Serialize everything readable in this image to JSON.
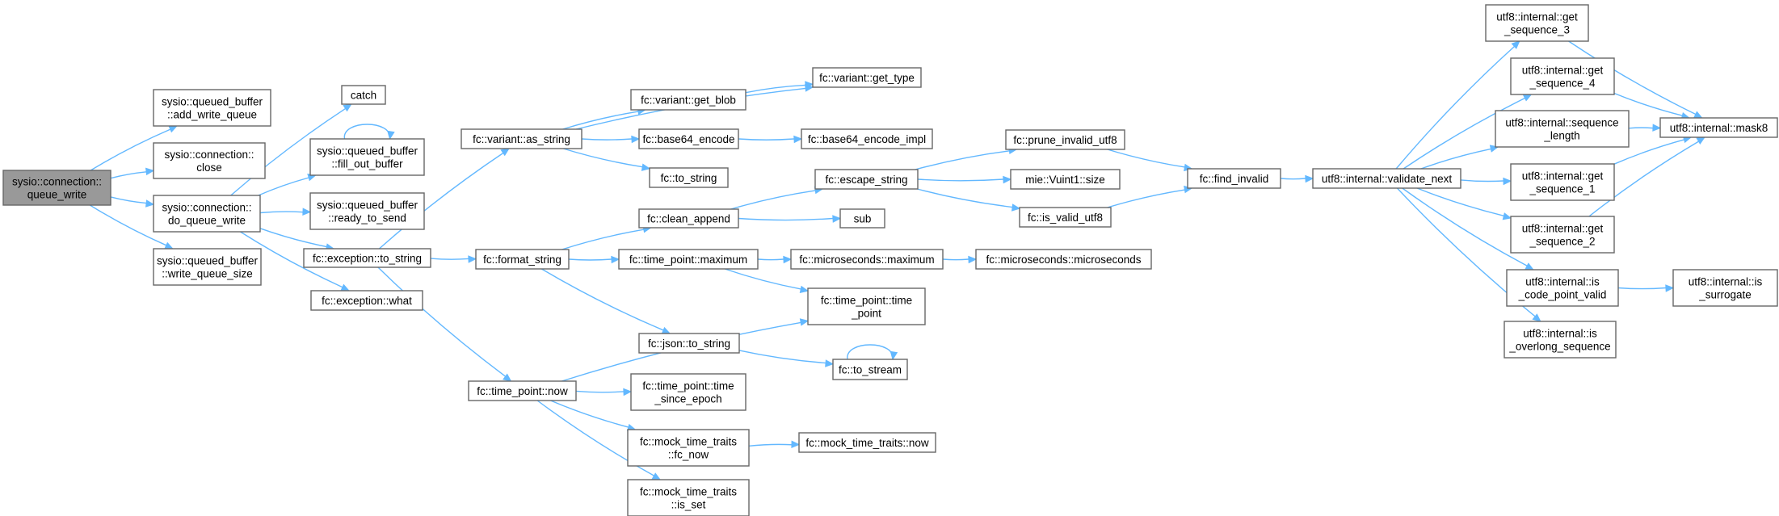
{
  "graph": {
    "nodes": {
      "queue_write": [
        "sysio::connection::",
        "queue_write"
      ],
      "add_write_queue": [
        "sysio::queued_buffer",
        "::add_write_queue"
      ],
      "close": [
        "sysio::connection::",
        "close"
      ],
      "do_queue_write": [
        "sysio::connection::",
        "do_queue_write"
      ],
      "write_queue_size": [
        "sysio::queued_buffer",
        "::write_queue_size"
      ],
      "catch": [
        "catch"
      ],
      "fill_out_buffer": [
        "sysio::queued_buffer",
        "::fill_out_buffer"
      ],
      "ready_to_send": [
        "sysio::queued_buffer",
        "::ready_to_send"
      ],
      "exc_to_string": [
        "fc::exception::to_string"
      ],
      "exc_what": [
        "fc::exception::what"
      ],
      "variant_as_string": [
        "fc::variant::as_string"
      ],
      "format_string": [
        "fc::format_string"
      ],
      "tp_now": [
        "fc::time_point::now"
      ],
      "variant_get_type": [
        "fc::variant::get_type"
      ],
      "variant_get_blob": [
        "fc::variant::get_blob"
      ],
      "base64_encode": [
        "fc::base64_encode"
      ],
      "fc_to_string": [
        "fc::to_string"
      ],
      "base64_encode_impl": [
        "fc::base64_encode_impl"
      ],
      "escape_string": [
        "fc::escape_string"
      ],
      "clean_append": [
        "fc::clean_append"
      ],
      "sub": [
        "sub"
      ],
      "tp_maximum": [
        "fc::time_point::maximum"
      ],
      "us_maximum": [
        "fc::microseconds::maximum"
      ],
      "us_ctor": [
        "fc::microseconds::microseconds"
      ],
      "tp_ctor": [
        "fc::time_point::time",
        "_point"
      ],
      "json_to_string": [
        "fc::json::to_string"
      ],
      "to_stream": [
        "fc::to_stream"
      ],
      "time_since_epoch": [
        "fc::time_point::time",
        "_since_epoch"
      ],
      "mock_fc_now": [
        "fc::mock_time_traits",
        "::fc_now"
      ],
      "mock_now": [
        "fc::mock_time_traits::now"
      ],
      "mock_is_set": [
        "fc::mock_time_traits",
        "::is_set"
      ],
      "prune_invalid_utf8": [
        "fc::prune_invalid_utf8"
      ],
      "vuint_size": [
        "mie::Vuint1::size"
      ],
      "is_valid_utf8": [
        "fc::is_valid_utf8"
      ],
      "find_invalid": [
        "fc::find_invalid"
      ],
      "validate_next": [
        "utf8::internal::validate_next"
      ],
      "get_seq_3": [
        "utf8::internal::get",
        "_sequence_3"
      ],
      "get_seq_4": [
        "utf8::internal::get",
        "_sequence_4"
      ],
      "seq_length": [
        "utf8::internal::sequence",
        "_length"
      ],
      "get_seq_1": [
        "utf8::internal::get",
        "_sequence_1"
      ],
      "get_seq_2": [
        "utf8::internal::get",
        "_sequence_2"
      ],
      "is_code_point_valid": [
        "utf8::internal::is",
        "_code_point_valid"
      ],
      "is_overlong": [
        "utf8::internal::is",
        "_overlong_sequence"
      ],
      "mask8": [
        "utf8::internal::mask8"
      ],
      "is_surrogate": [
        "utf8::internal::is",
        "_surrogate"
      ]
    },
    "edges": [
      [
        "queue_write",
        "add_write_queue"
      ],
      [
        "queue_write",
        "close"
      ],
      [
        "queue_write",
        "do_queue_write"
      ],
      [
        "queue_write",
        "write_queue_size"
      ],
      [
        "do_queue_write",
        "catch"
      ],
      [
        "do_queue_write",
        "fill_out_buffer"
      ],
      [
        "do_queue_write",
        "ready_to_send"
      ],
      [
        "do_queue_write",
        "exc_to_string"
      ],
      [
        "do_queue_write",
        "exc_what"
      ],
      [
        "fill_out_buffer",
        "fill_out_buffer"
      ],
      [
        "exc_to_string",
        "variant_as_string"
      ],
      [
        "exc_to_string",
        "format_string"
      ],
      [
        "exc_to_string",
        "tp_now"
      ],
      [
        "variant_as_string",
        "variant_get_type"
      ],
      [
        "variant_as_string",
        "variant_get_blob"
      ],
      [
        "variant_as_string",
        "base64_encode"
      ],
      [
        "variant_as_string",
        "fc_to_string"
      ],
      [
        "variant_get_blob",
        "variant_get_type"
      ],
      [
        "base64_encode",
        "base64_encode_impl"
      ],
      [
        "format_string",
        "clean_append"
      ],
      [
        "format_string",
        "tp_maximum"
      ],
      [
        "format_string",
        "json_to_string"
      ],
      [
        "clean_append",
        "escape_string"
      ],
      [
        "clean_append",
        "sub"
      ],
      [
        "escape_string",
        "prune_invalid_utf8"
      ],
      [
        "escape_string",
        "vuint_size"
      ],
      [
        "escape_string",
        "is_valid_utf8"
      ],
      [
        "tp_maximum",
        "us_maximum"
      ],
      [
        "tp_maximum",
        "tp_ctor"
      ],
      [
        "us_maximum",
        "us_ctor"
      ],
      [
        "json_to_string",
        "to_stream"
      ],
      [
        "to_stream",
        "to_stream"
      ],
      [
        "tp_now",
        "tp_ctor"
      ],
      [
        "tp_now",
        "time_since_epoch"
      ],
      [
        "tp_now",
        "mock_fc_now"
      ],
      [
        "tp_now",
        "mock_is_set"
      ],
      [
        "mock_fc_now",
        "mock_now"
      ],
      [
        "prune_invalid_utf8",
        "find_invalid"
      ],
      [
        "is_valid_utf8",
        "find_invalid"
      ],
      [
        "find_invalid",
        "validate_next"
      ],
      [
        "validate_next",
        "get_seq_3"
      ],
      [
        "validate_next",
        "get_seq_4"
      ],
      [
        "validate_next",
        "seq_length"
      ],
      [
        "validate_next",
        "get_seq_1"
      ],
      [
        "validate_next",
        "get_seq_2"
      ],
      [
        "validate_next",
        "is_code_point_valid"
      ],
      [
        "validate_next",
        "is_overlong"
      ],
      [
        "get_seq_3",
        "mask8"
      ],
      [
        "get_seq_4",
        "mask8"
      ],
      [
        "seq_length",
        "mask8"
      ],
      [
        "get_seq_1",
        "mask8"
      ],
      [
        "get_seq_2",
        "mask8"
      ],
      [
        "is_code_point_valid",
        "is_surrogate"
      ]
    ]
  },
  "colors": {
    "edge": "#63b8ff",
    "node_border": "#666666",
    "root_fill": "#999999",
    "node_fill": "#ffffff"
  }
}
